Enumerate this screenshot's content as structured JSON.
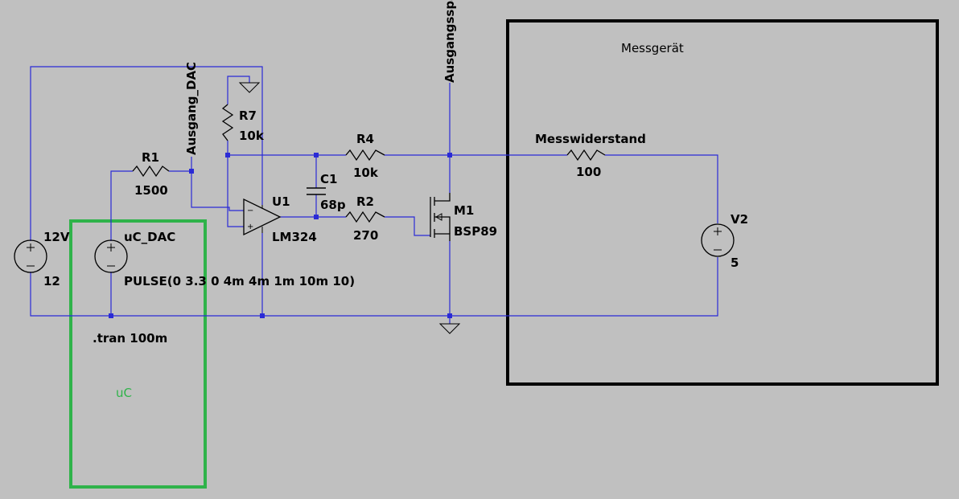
{
  "components": {
    "r1": {
      "ref": "R1",
      "value": "1500"
    },
    "r7": {
      "ref": "R7",
      "value": "10k"
    },
    "r4": {
      "ref": "R4",
      "value": "10k"
    },
    "r2": {
      "ref": "R2",
      "value": "270"
    },
    "c1": {
      "ref": "C1",
      "value": "68p"
    },
    "u1": {
      "ref": "U1",
      "value": "LM324"
    },
    "m1": {
      "ref": "M1",
      "value": "BSP89"
    },
    "v_supply": {
      "ref": "12V",
      "value": "12"
    },
    "v_dac": {
      "ref": "uC_DAC",
      "value": "PULSE(0 3.3 0 4m 4m 1m 10m 10)"
    },
    "v2": {
      "ref": "V2",
      "value": "5"
    },
    "r_mess": {
      "ref": "Messwiderstand",
      "value": "100"
    }
  },
  "nets": {
    "ausgang_dac": "Ausgang_DAC",
    "ausgangsspannung": "Ausgangsspa"
  },
  "directives": {
    "tran": ".tran 100m"
  },
  "regions": {
    "messgeraet": "Messgerät",
    "uc": "uC"
  },
  "opamp_pins": {
    "minus": "−",
    "plus": "+"
  },
  "colors": {
    "background": "#c0c0c0",
    "wire": "#2b2bd6",
    "uc_box": "#2fb34a",
    "messgeraet_box": "#000000"
  }
}
